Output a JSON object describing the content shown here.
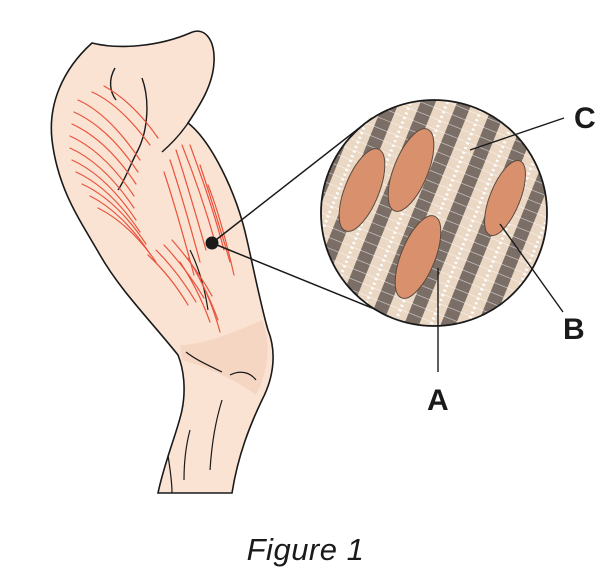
{
  "labels": {
    "a": "A",
    "b": "B",
    "c": "C"
  },
  "caption": "Figure 1",
  "colors": {
    "skin": "#fbe3d4",
    "skin_shadow": "#f2cdb8",
    "muscle_line": "#e8553c",
    "fiber_fill": "#ead7c4",
    "striation": "#7a6e66",
    "nucleus": "#d9906c",
    "outline": "#1a1a1a"
  }
}
